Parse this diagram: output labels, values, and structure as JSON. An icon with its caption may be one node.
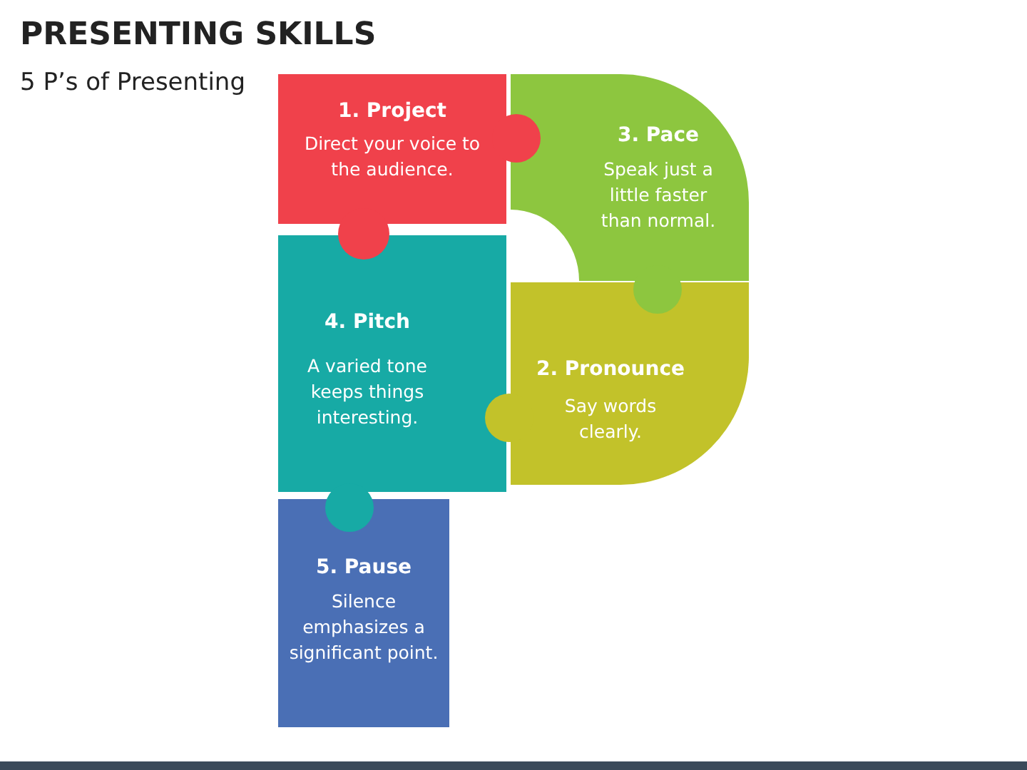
{
  "diagram": {
    "title": "PRESENTING SKILLS",
    "nodes": [
      {
        "text": [
          "1. Project",
          "Direct your voice to the audience."
        ]
      },
      {
        "text": [
          "3. Pace",
          "Speak just a little faster than normal."
        ]
      },
      {
        "text": [
          "4. Pitch",
          "A varied tone keeps things interesting."
        ]
      },
      {
        "text": [
          "2. Pronounce",
          "Say words clearly."
        ]
      },
      {
        "text": [
          "5. Pause",
          "Silence emphasizes a significant point."
        ]
      }
    ],
    "labels": [
      "5 P’s of Presenting"
    ]
  }
}
